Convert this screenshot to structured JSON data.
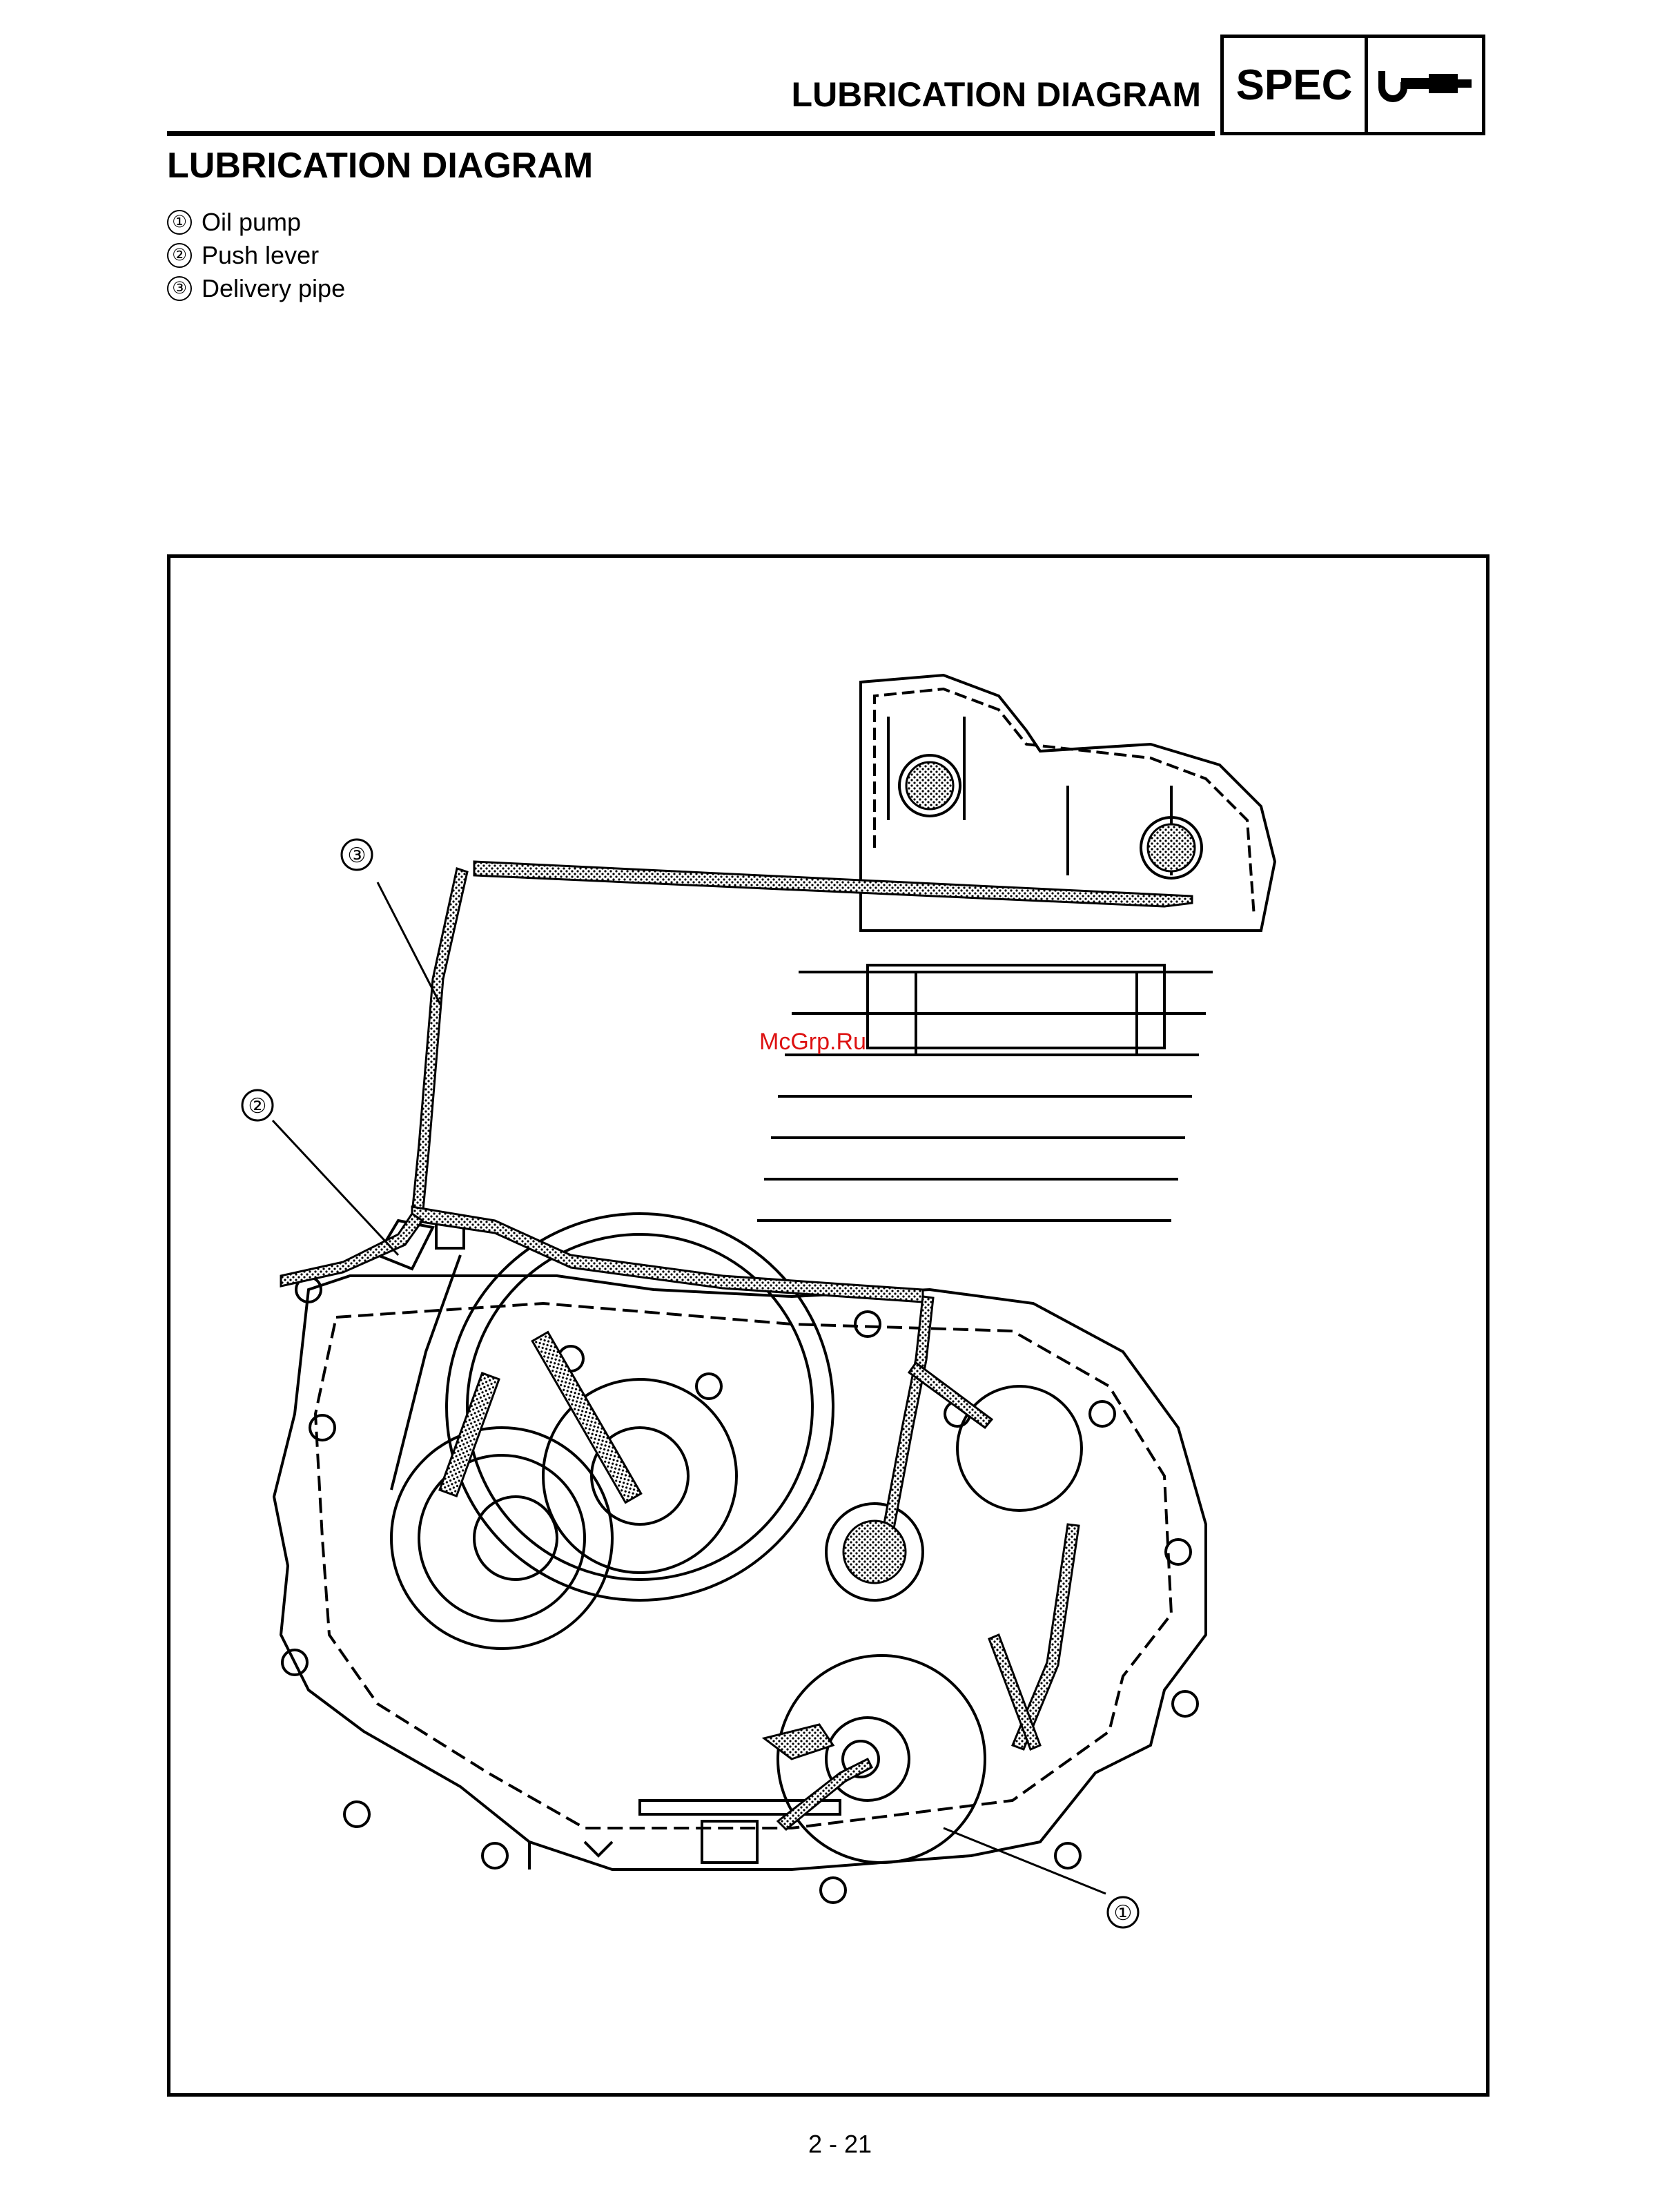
{
  "header": {
    "title": "LUBRICATION DIAGRAM",
    "badge": "SPEC",
    "badge_icon": "micrometer-icon"
  },
  "section": {
    "title": "LUBRICATION DIAGRAM"
  },
  "legend": [
    {
      "num": "①",
      "label": "Oil pump"
    },
    {
      "num": "②",
      "label": "Push lever"
    },
    {
      "num": "③",
      "label": "Delivery pipe"
    }
  ],
  "diagram": {
    "callouts": [
      "③",
      "②",
      "①"
    ],
    "watermark": "McGrp.Ru"
  },
  "footer": {
    "page": "2 - 21"
  }
}
